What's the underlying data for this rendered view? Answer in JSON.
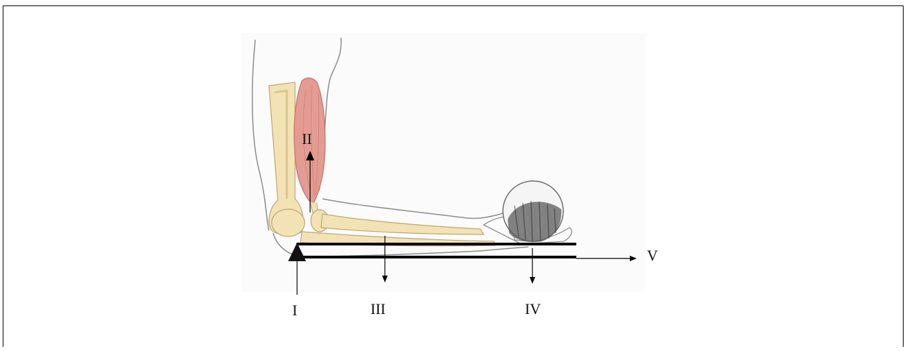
{
  "labels": {
    "fulcrum": "I",
    "muscle_force": "II",
    "forearm_weight": "III",
    "load_weight": "IV",
    "lever_axis": "V"
  },
  "colors": {
    "bone": "#f3e3b4",
    "bone_outline": "#b9a577",
    "muscle": "#e39c93",
    "muscle_dark": "#c86f66",
    "skin_outline": "#8a8a8a",
    "lever": "#000000"
  }
}
